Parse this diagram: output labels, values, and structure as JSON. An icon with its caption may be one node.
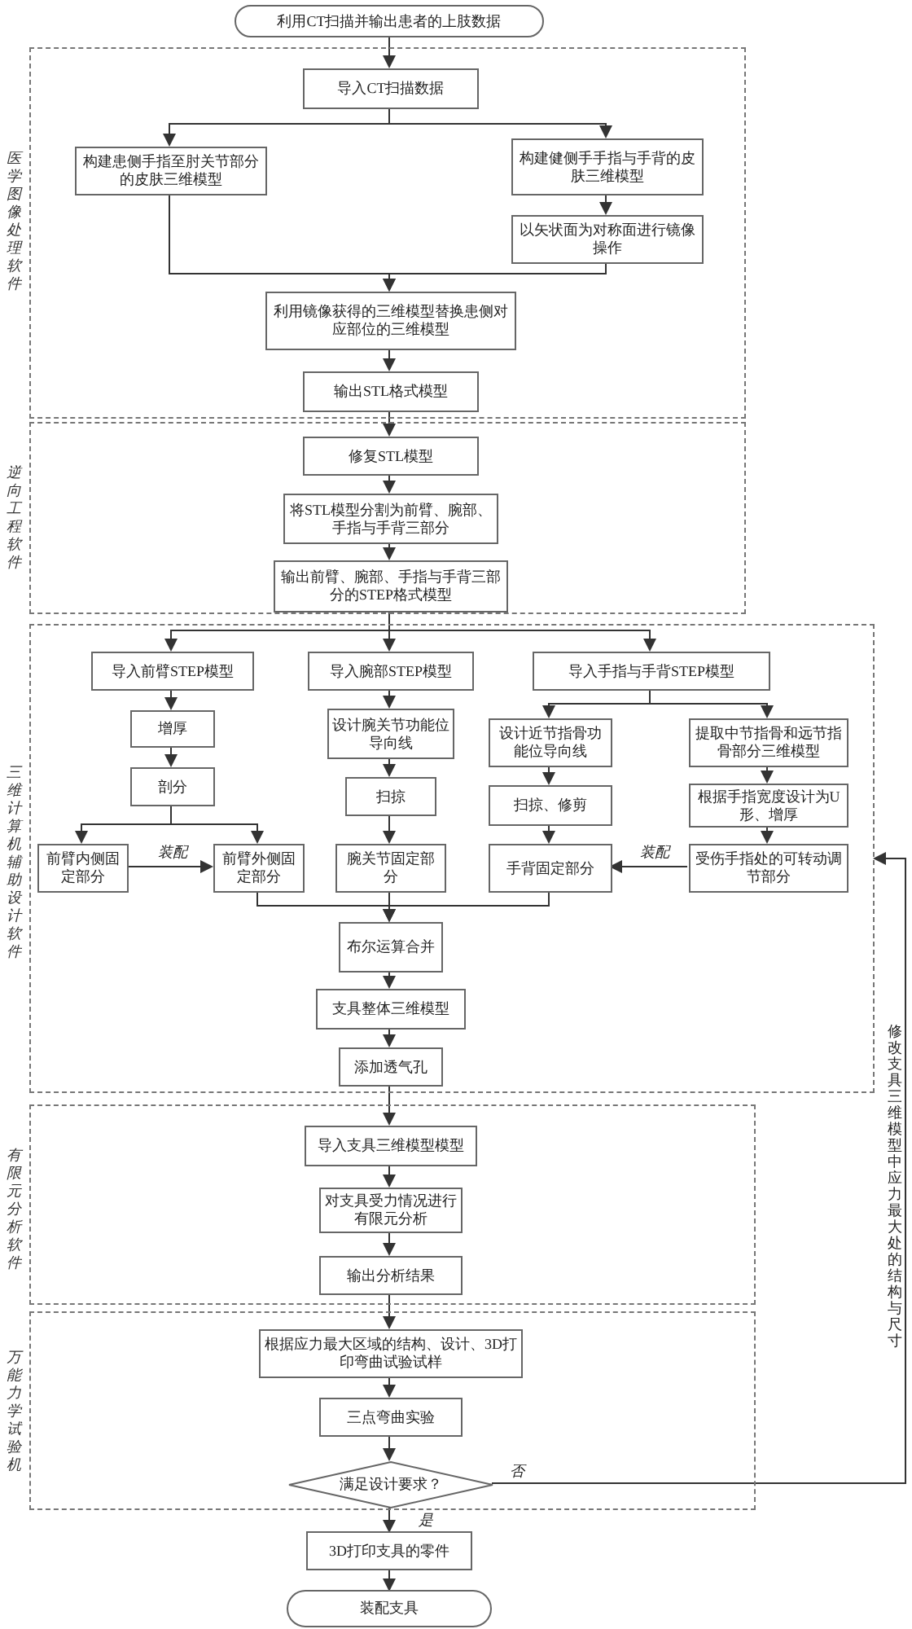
{
  "diagram": {
    "nodes": [
      {
        "text": [
          "利用CT扫描并输出患者的上肢数据"
        ]
      },
      {
        "text": [
          "医学图像处理软件"
        ]
      },
      {
        "text": [
          "导入CT扫描数据"
        ],
        "in": 1
      },
      {
        "text": [
          "构建患侧手指至肘关节部分的皮肤三维模型"
        ],
        "in": 1
      },
      {
        "text": [
          "构建健侧手手指与手背的皮肤三维模型"
        ],
        "in": 1
      },
      {
        "text": [
          "以矢状面为对称面进行镜像操作"
        ],
        "in": 1
      },
      {
        "text": [
          "利用镜像获得的三维模型替换患侧对应部位的三维模型"
        ],
        "in": 1
      },
      {
        "text": [
          "输出STL格式模型"
        ],
        "in": 1
      },
      {
        "text": [
          "逆向工程软件"
        ]
      },
      {
        "text": [
          "修复STL模型"
        ],
        "in": 8
      },
      {
        "text": [
          "将STL模型分割为前臂、腕部、手指与手背三部分"
        ],
        "in": 8
      },
      {
        "text": [
          "输出前臂、腕部、手指与手背三部分的STEP格式模型"
        ],
        "in": 8
      },
      {
        "text": [
          "三维计算机辅助设计软件"
        ]
      },
      {
        "text": [
          "导入前臂STEP模型"
        ],
        "in": 12
      },
      {
        "text": [
          "导入腕部STEP模型"
        ],
        "in": 12
      },
      {
        "text": [
          "导入手指与手背STEP模型"
        ],
        "in": 12
      },
      {
        "text": [
          "增厚"
        ],
        "in": 12
      },
      {
        "text": [
          "剖分"
        ],
        "in": 12
      },
      {
        "text": [
          "前臂内侧固定部分"
        ],
        "in": 12
      },
      {
        "text": [
          "前臂外侧固定部分"
        ],
        "in": 12
      },
      {
        "text": [
          "设计腕关节功能位导向线"
        ],
        "in": 12
      },
      {
        "text": [
          "扫掠"
        ],
        "in": 12
      },
      {
        "text": [
          "腕关节固定部分"
        ],
        "in": 12
      },
      {
        "text": [
          "设计近节指骨功能位导向线"
        ],
        "in": 12
      },
      {
        "text": [
          "提取中节指骨和远节指骨部分三维模型"
        ],
        "in": 12
      },
      {
        "text": [
          "扫掠、修剪"
        ],
        "in": 12
      },
      {
        "text": [
          "根据手指宽度设计为U形、增厚"
        ],
        "in": 12
      },
      {
        "text": [
          "手背固定部分"
        ],
        "in": 12
      },
      {
        "text": [
          "受伤手指处的可转动调节部分"
        ],
        "in": 12
      },
      {
        "text": [
          "布尔运算合并"
        ],
        "in": 12
      },
      {
        "text": [
          "支具整体三维模型"
        ],
        "in": 12
      },
      {
        "text": [
          "添加透气孔"
        ],
        "in": 12
      },
      {
        "text": [
          "有限元分析软件"
        ]
      },
      {
        "text": [
          "导入支具三维模型模型"
        ],
        "in": 32
      },
      {
        "text": [
          "对支具受力情况进行有限元分析"
        ],
        "in": 32
      },
      {
        "text": [
          "输出分析结果"
        ],
        "in": 32
      },
      {
        "text": [
          "万能力学试验机"
        ]
      },
      {
        "text": [
          "根据应力最大区域的结构、设计、3D打印弯曲试验试样"
        ],
        "in": 36
      },
      {
        "text": [
          "三点弯曲实验"
        ],
        "in": 36
      },
      {
        "text": [
          "满足设计要求？"
        ],
        "in": 36
      },
      {
        "text": [
          "3D打印支具的零件"
        ]
      },
      {
        "text": [
          "装配支具"
        ]
      }
    ],
    "edges": [
      {
        "from": 0,
        "to": 2,
        "arrow": "to"
      },
      {
        "from": 2,
        "to": 3,
        "arrow": "to"
      },
      {
        "from": 2,
        "to": 4,
        "arrow": "to"
      },
      {
        "from": 4,
        "to": 5,
        "arrow": "to"
      },
      {
        "from": 3,
        "to": 6,
        "arrow": "to"
      },
      {
        "from": 5,
        "to": 6,
        "arrow": "to"
      },
      {
        "from": 6,
        "to": 7,
        "arrow": "to"
      },
      {
        "from": 7,
        "to": 9,
        "arrow": "to"
      },
      {
        "from": 9,
        "to": 10,
        "arrow": "to"
      },
      {
        "from": 10,
        "to": 11,
        "arrow": "to"
      },
      {
        "from": 11,
        "to": 13,
        "arrow": "to"
      },
      {
        "from": 11,
        "to": 14,
        "arrow": "to"
      },
      {
        "from": 11,
        "to": 15,
        "arrow": "to"
      },
      {
        "from": 13,
        "to": 16,
        "arrow": "to"
      },
      {
        "from": 16,
        "to": 17,
        "arrow": "to"
      },
      {
        "from": 17,
        "to": 18,
        "arrow": "to"
      },
      {
        "from": 17,
        "to": 19,
        "arrow": "to"
      },
      {
        "from": 18,
        "to": 19,
        "arrow": "to",
        "label": "装配"
      },
      {
        "from": 14,
        "to": 20,
        "arrow": "to"
      },
      {
        "from": 20,
        "to": 21,
        "arrow": "to"
      },
      {
        "from": 21,
        "to": 22,
        "arrow": "to"
      },
      {
        "from": 15,
        "to": 23,
        "arrow": "to"
      },
      {
        "from": 15,
        "to": 24,
        "arrow": "to"
      },
      {
        "from": 23,
        "to": 25,
        "arrow": "to"
      },
      {
        "from": 25,
        "to": 27,
        "arrow": "to"
      },
      {
        "from": 24,
        "to": 26,
        "arrow": "to"
      },
      {
        "from": 26,
        "to": 28,
        "arrow": "to"
      },
      {
        "from": 28,
        "to": 27,
        "arrow": "to",
        "label": "装配"
      },
      {
        "from": 19,
        "to": 29,
        "arrow": "to"
      },
      {
        "from": 22,
        "to": 29,
        "arrow": "to"
      },
      {
        "from": 27,
        "to": 29,
        "arrow": "to"
      },
      {
        "from": 29,
        "to": 30,
        "arrow": "to"
      },
      {
        "from": 30,
        "to": 31,
        "arrow": "to"
      },
      {
        "from": 31,
        "to": 33,
        "arrow": "to"
      },
      {
        "from": 33,
        "to": 34,
        "arrow": "to"
      },
      {
        "from": 34,
        "to": 35,
        "arrow": "to"
      },
      {
        "from": 35,
        "to": 37,
        "arrow": "to"
      },
      {
        "from": 37,
        "to": 38,
        "arrow": "to"
      },
      {
        "from": 38,
        "to": 39,
        "arrow": "to"
      },
      {
        "from": 39,
        "to": 12,
        "arrow": "to",
        "label": "否"
      },
      {
        "from": 39,
        "to": 40,
        "arrow": "to",
        "label": "是"
      },
      {
        "from": 40,
        "to": 41,
        "arrow": "to"
      }
    ],
    "labels": [
      "修改支具三维模型中应力最大处的结构与尺寸"
    ]
  }
}
